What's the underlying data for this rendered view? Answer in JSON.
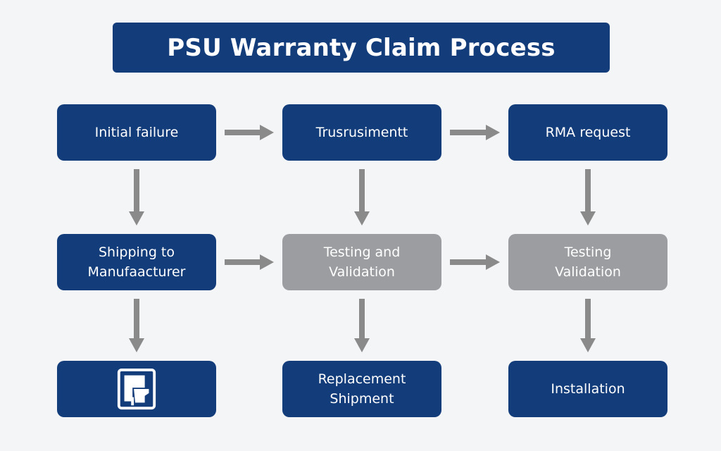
{
  "title": "PSU Warranty Claim Process",
  "colors": {
    "primary": "#133c7a",
    "muted": "#9b9da0",
    "arrow": "#8a8a8a",
    "background": "#f4f5f7"
  },
  "nodes": [
    {
      "id": "initial-failure",
      "label": "Initial failure",
      "style": "primary"
    },
    {
      "id": "trusrusimentt",
      "label": "Trusrusimentt",
      "style": "primary"
    },
    {
      "id": "rma-request",
      "label": "RMA request",
      "style": "primary"
    },
    {
      "id": "shipping-to-manufacturer",
      "label": "Shipping to\nManufaacturer",
      "style": "primary"
    },
    {
      "id": "testing-and-validation",
      "label": "Testing and\nValidation",
      "style": "muted"
    },
    {
      "id": "testing-validation",
      "label": "Testing\nValidation",
      "style": "muted"
    },
    {
      "id": "psu-icon-node",
      "label": "",
      "style": "primary",
      "icon": "psu-unit-icon"
    },
    {
      "id": "replacement-shipment",
      "label": "Replacement\nShipment",
      "style": "primary"
    },
    {
      "id": "installation",
      "label": "Installation",
      "style": "primary"
    }
  ],
  "edges": [
    {
      "from": "initial-failure",
      "to": "trusrusimentt"
    },
    {
      "from": "trusrusimentt",
      "to": "rma-request"
    },
    {
      "from": "initial-failure",
      "to": "shipping-to-manufacturer"
    },
    {
      "from": "trusrusimentt",
      "to": "testing-and-validation"
    },
    {
      "from": "rma-request",
      "to": "testing-validation"
    },
    {
      "from": "shipping-to-manufacturer",
      "to": "testing-and-validation"
    },
    {
      "from": "testing-and-validation",
      "to": "testing-validation"
    },
    {
      "from": "shipping-to-manufacturer",
      "to": "psu-icon-node"
    },
    {
      "from": "testing-and-validation",
      "to": "replacement-shipment"
    },
    {
      "from": "testing-validation",
      "to": "installation"
    }
  ]
}
